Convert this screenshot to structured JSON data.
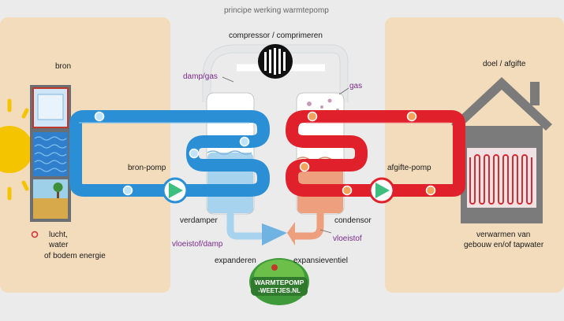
{
  "title": "principe werking warmtepomp",
  "labels": {
    "compressor": "compressor / comprimeren",
    "damp_gas": "damp/gas",
    "gas": "gas",
    "bron": "bron",
    "doel": "doel / afgifte",
    "bron_pomp": "bron-pomp",
    "afgifte_pomp": "afgifte-pomp",
    "verdamper": "verdamper",
    "condensor": "condensor",
    "vloeistof_damp": "vloeistof/damp",
    "vloeistof": "vloeistof",
    "expanderen": "expanderen",
    "expansieventiel": "expansieventiel",
    "lucht_line1": "lucht,",
    "lucht_line2": "water",
    "lucht_line3": "of bodem energie",
    "verwarmen_line1": "verwarmen van",
    "verwarmen_line2": "gebouw en/of tapwater"
  },
  "logo": {
    "line1": "WARMTEPOMP",
    "line2": "-WEETJES.NL"
  },
  "colors": {
    "cold_pipe": "#2b8fd6",
    "hot_pipe": "#e0202a",
    "panel": "#f3dcbc",
    "evaporator_liquid": "#a8d3ee",
    "condenser_liquid": "#eea07e",
    "label_accent": "#7a2a8c",
    "sun": "#f5c400"
  }
}
